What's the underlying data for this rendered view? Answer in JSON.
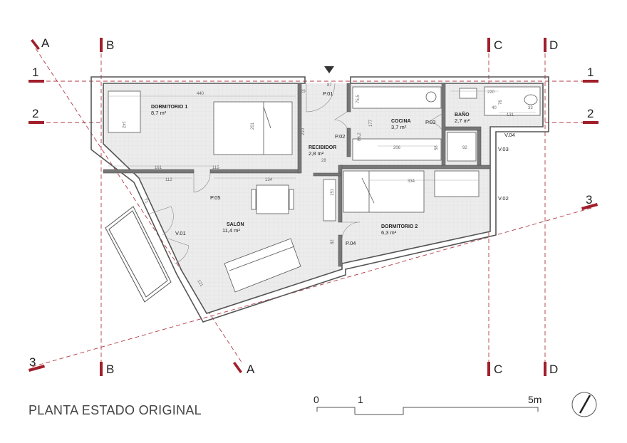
{
  "title": "PLANTA ESTADO ORIGINAL",
  "axes": {
    "A": "A",
    "B": "B",
    "C": "C",
    "D": "D",
    "n1": "1",
    "n2": "2",
    "n3": "3"
  },
  "rooms": {
    "dormitorio1": {
      "name": "DORMITORIO 1",
      "area": "8,7 m²"
    },
    "recibidor": {
      "name": "RECIBIDOR",
      "area": "2,8 m²"
    },
    "cocina": {
      "name": "COCINA",
      "area": "3,7 m²"
    },
    "bano": {
      "name": "BAÑO",
      "area": "2,7 m²"
    },
    "salon": {
      "name": "SALÓN",
      "area": "11,4 m²"
    },
    "dormitorio2": {
      "name": "DORMITORIO 2",
      "area": "6,3 m²"
    }
  },
  "doors": {
    "p01": "P.01",
    "p02": "P.02",
    "p03": "P.03",
    "p04": "P.04",
    "p05": "P.05"
  },
  "windows": {
    "v01": "V.01",
    "v02": "V.02",
    "v03": "V.03",
    "v04": "V.04"
  },
  "dimensions": {
    "d440": "440",
    "d142": "142",
    "d201": "201",
    "d161": "161",
    "d115": "115",
    "d29": "29",
    "d87": "87",
    "d210": "210",
    "d28": "28",
    "d75_5": "75,5",
    "d177": "177",
    "d86_2": "86,2",
    "d206": "206",
    "d58": "58",
    "d220": "220",
    "d40": "40",
    "d76": "76",
    "d131": "131",
    "d33": "33",
    "d92": "92",
    "d112": "112",
    "d134": "134",
    "d151": "151",
    "d334": "334",
    "d82": "82",
    "d71": "71",
    "d121": "121"
  },
  "scale": {
    "zero": "0",
    "one": "1",
    "five": "5m"
  },
  "colors": {
    "accent": "#a01f2a",
    "wall": "#555555",
    "floor": "#ececec",
    "line": "#888888"
  }
}
